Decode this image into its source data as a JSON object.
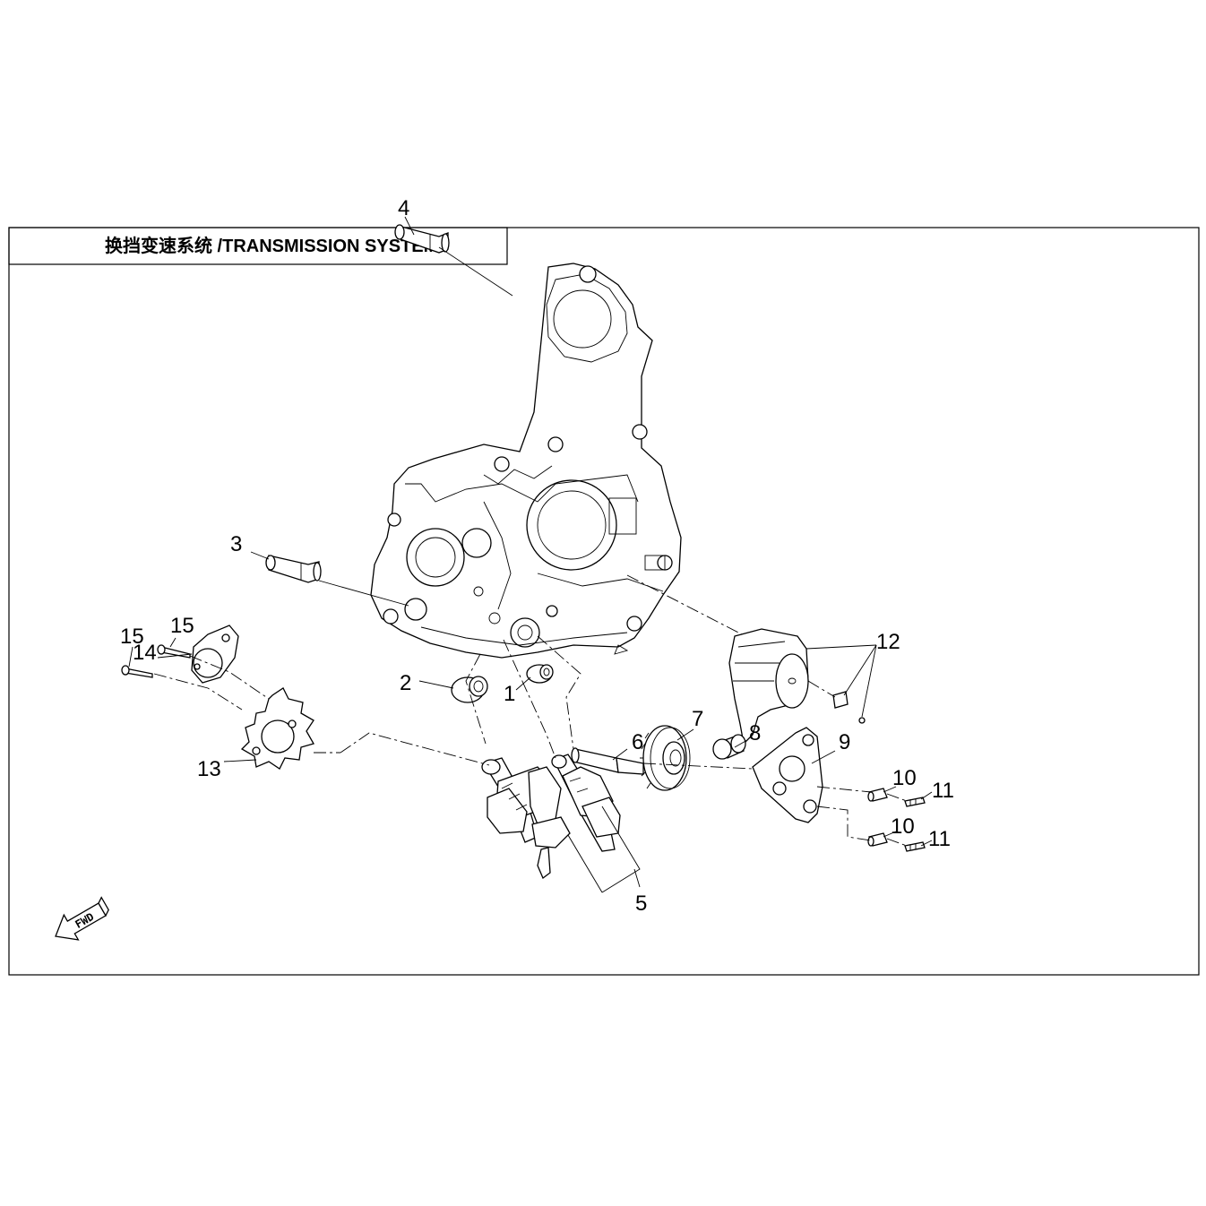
{
  "title": "换挡变速系统 /TRANSMISSION SYSTEM",
  "forward_marker": {
    "text": "FWD",
    "icon": "forward-arrow-icon"
  },
  "callouts": [
    {
      "id": "c1",
      "label": "1"
    },
    {
      "id": "c2",
      "label": "2"
    },
    {
      "id": "c3",
      "label": "3"
    },
    {
      "id": "c4",
      "label": "4"
    },
    {
      "id": "c5",
      "label": "5"
    },
    {
      "id": "c6",
      "label": "6"
    },
    {
      "id": "c7",
      "label": "7"
    },
    {
      "id": "c8",
      "label": "8"
    },
    {
      "id": "c9",
      "label": "9"
    },
    {
      "id": "c10a",
      "label": "10"
    },
    {
      "id": "c10b",
      "label": "10"
    },
    {
      "id": "c11a",
      "label": "11"
    },
    {
      "id": "c11b",
      "label": "11"
    },
    {
      "id": "c12",
      "label": "12"
    },
    {
      "id": "c13",
      "label": "13"
    },
    {
      "id": "c14",
      "label": "14"
    },
    {
      "id": "c15a",
      "label": "15"
    },
    {
      "id": "c15b",
      "label": "15"
    }
  ]
}
